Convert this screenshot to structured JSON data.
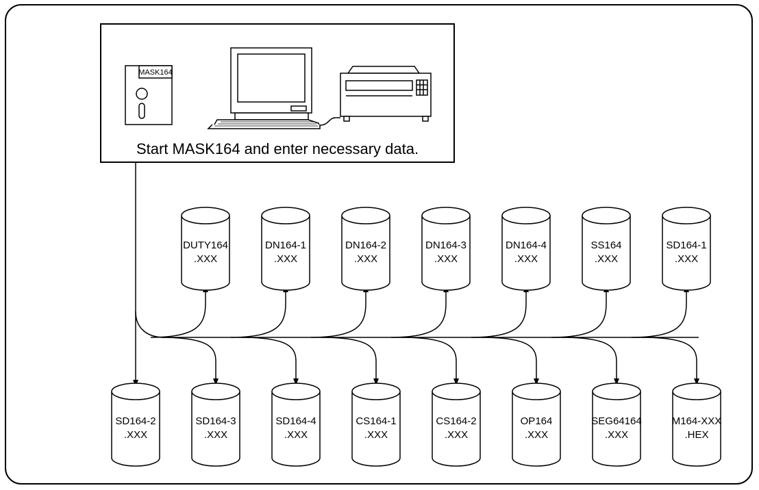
{
  "diagram": {
    "caption": "Start MASK164 and enter necessary data.",
    "disk_label": "MASK164",
    "icons": [
      "floppy-disk-icon",
      "computer-icon",
      "printer-icon"
    ],
    "top_files": [
      {
        "name": "DUTY164",
        "ext": ".XXX"
      },
      {
        "name": "DN164-1",
        "ext": ".XXX"
      },
      {
        "name": "DN164-2",
        "ext": ".XXX"
      },
      {
        "name": "DN164-3",
        "ext": ".XXX"
      },
      {
        "name": "DN164-4",
        "ext": ".XXX"
      },
      {
        "name": "SS164",
        "ext": ".XXX"
      },
      {
        "name": "SD164-1",
        "ext": ".XXX"
      }
    ],
    "bottom_files": [
      {
        "name": "SD164-2",
        "ext": ".XXX"
      },
      {
        "name": "SD164-3",
        "ext": ".XXX"
      },
      {
        "name": "SD164-4",
        "ext": ".XXX"
      },
      {
        "name": "CS164-1",
        "ext": ".XXX"
      },
      {
        "name": "CS164-2",
        "ext": ".XXX"
      },
      {
        "name": "OP164",
        "ext": ".XXX"
      },
      {
        "name": "SEG64164",
        "ext": ".XXX"
      },
      {
        "name": "M164-XXX",
        "ext": ".HEX"
      }
    ]
  }
}
